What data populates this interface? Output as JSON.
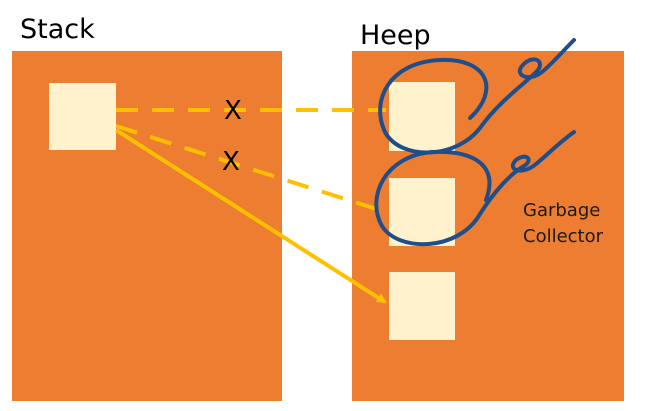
{
  "regions": {
    "stack": {
      "label": "Stack"
    },
    "heap": {
      "label": "Heep"
    }
  },
  "references": {
    "removed_marks": [
      "X",
      "X"
    ]
  },
  "annotation": {
    "line1": "Garbage",
    "line2": "Collector"
  },
  "colors": {
    "region_fill": "#ED7D31",
    "object_fill": "#FFF2CC",
    "reference_arrow": "#FFC000",
    "scribble": "#1F4E8C"
  }
}
